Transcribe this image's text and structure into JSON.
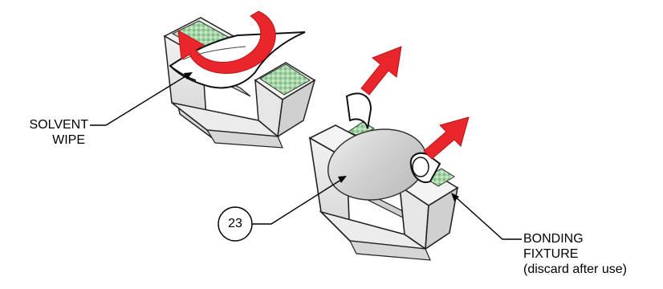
{
  "labels": {
    "solvent_wipe_line1": "SOLVENT",
    "solvent_wipe_line2": "WIPE",
    "callout_number": "23",
    "bonding_fixture_line1": "BONDING",
    "bonding_fixture_line2": "FIXTURE",
    "bonding_fixture_line3": "(discard after use)"
  },
  "colors": {
    "arrow_red": "#e8262b",
    "tape_green": "#9fcfa2",
    "fixture_white": "#ffffff",
    "fixture_shade": "#dcdcdc",
    "disc_gray": "#cfcfcf",
    "outline": "#1a1a1a"
  }
}
